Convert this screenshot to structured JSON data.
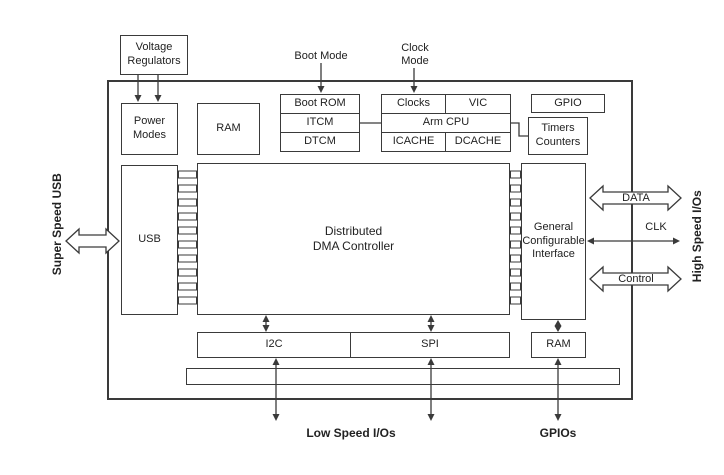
{
  "diagram": {
    "blocks": {
      "voltage_regulators": "Voltage\nRegulators",
      "power_modes": "Power\nModes",
      "ram_top": "RAM",
      "boot_rom": "Boot ROM",
      "itcm": "ITCM",
      "dtcm": "DTCM",
      "clocks": "Clocks",
      "vic": "VIC",
      "arm_cpu": "Arm CPU",
      "icache": "ICACHE",
      "dcache": "DCACHE",
      "gpio": "GPIO",
      "timers_counters": "Timers\nCounters",
      "usb": "USB",
      "dma": "Distributed\nDMA Controller",
      "gci": "General\nConfigurable\nInterface",
      "i2c": "I2C",
      "spi": "SPI",
      "ram_bottom": "RAM"
    },
    "labels": {
      "boot_mode": "Boot Mode",
      "clock_mode": "Clock\nMode",
      "super_speed_usb": "Super Speed USB",
      "high_speed_ios": "High Speed I/Os",
      "data": "DATA",
      "clk": "CLK",
      "control": "Control",
      "low_speed_ios": "Low Speed I/Os",
      "gpios": "GPIOs"
    },
    "colors": {
      "line": "#3a3a3a",
      "background": "#ffffff"
    }
  }
}
